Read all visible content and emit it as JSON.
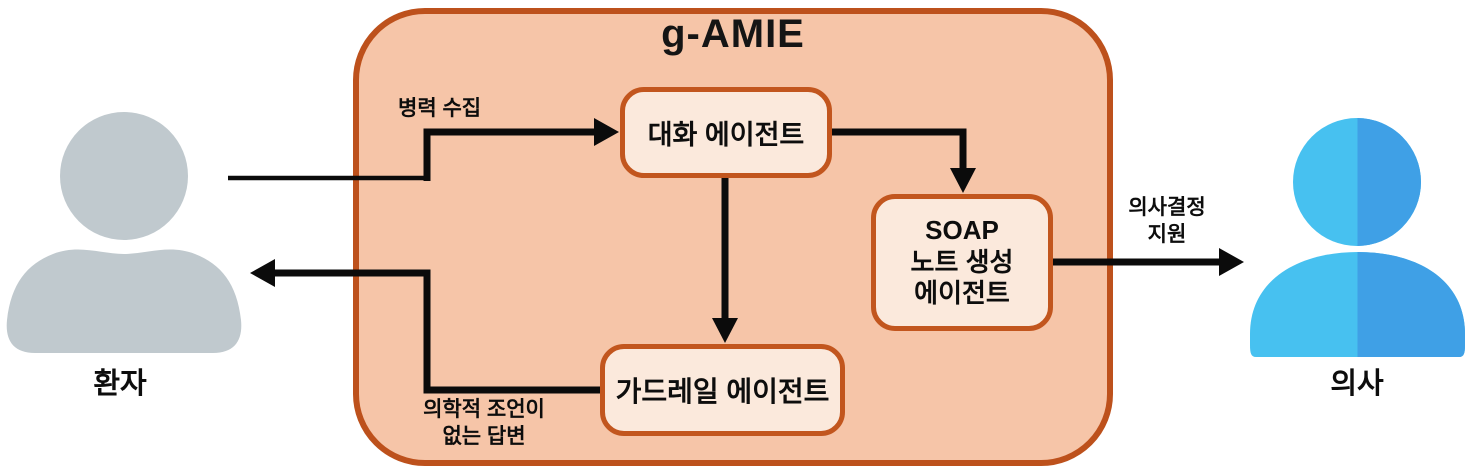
{
  "title": "g-AMIE",
  "actors": {
    "patient": "환자",
    "doctor": "의사"
  },
  "agents": {
    "dialogue": "대화 에이전트",
    "soap_note": "SOAP\n노트 생성\n에이전트",
    "guardrail": "가드레일 에이전트"
  },
  "flow_labels": {
    "history_taking": "병력 수집",
    "no_medical_advice": "의학적 조언이\n없는 답변",
    "decision_support": "의사결정\n지원"
  },
  "colors": {
    "container_fill": "#f6c5a8",
    "container_border": "#bd511c",
    "agent_box_fill": "#fbe9dc",
    "agent_box_border": "#c2561e",
    "arrow": "#0b0b0b",
    "patient_gray": "#c0c9ce",
    "doctor_blue_light": "#47c1f0",
    "doctor_blue_dark": "#3fa0e6"
  }
}
